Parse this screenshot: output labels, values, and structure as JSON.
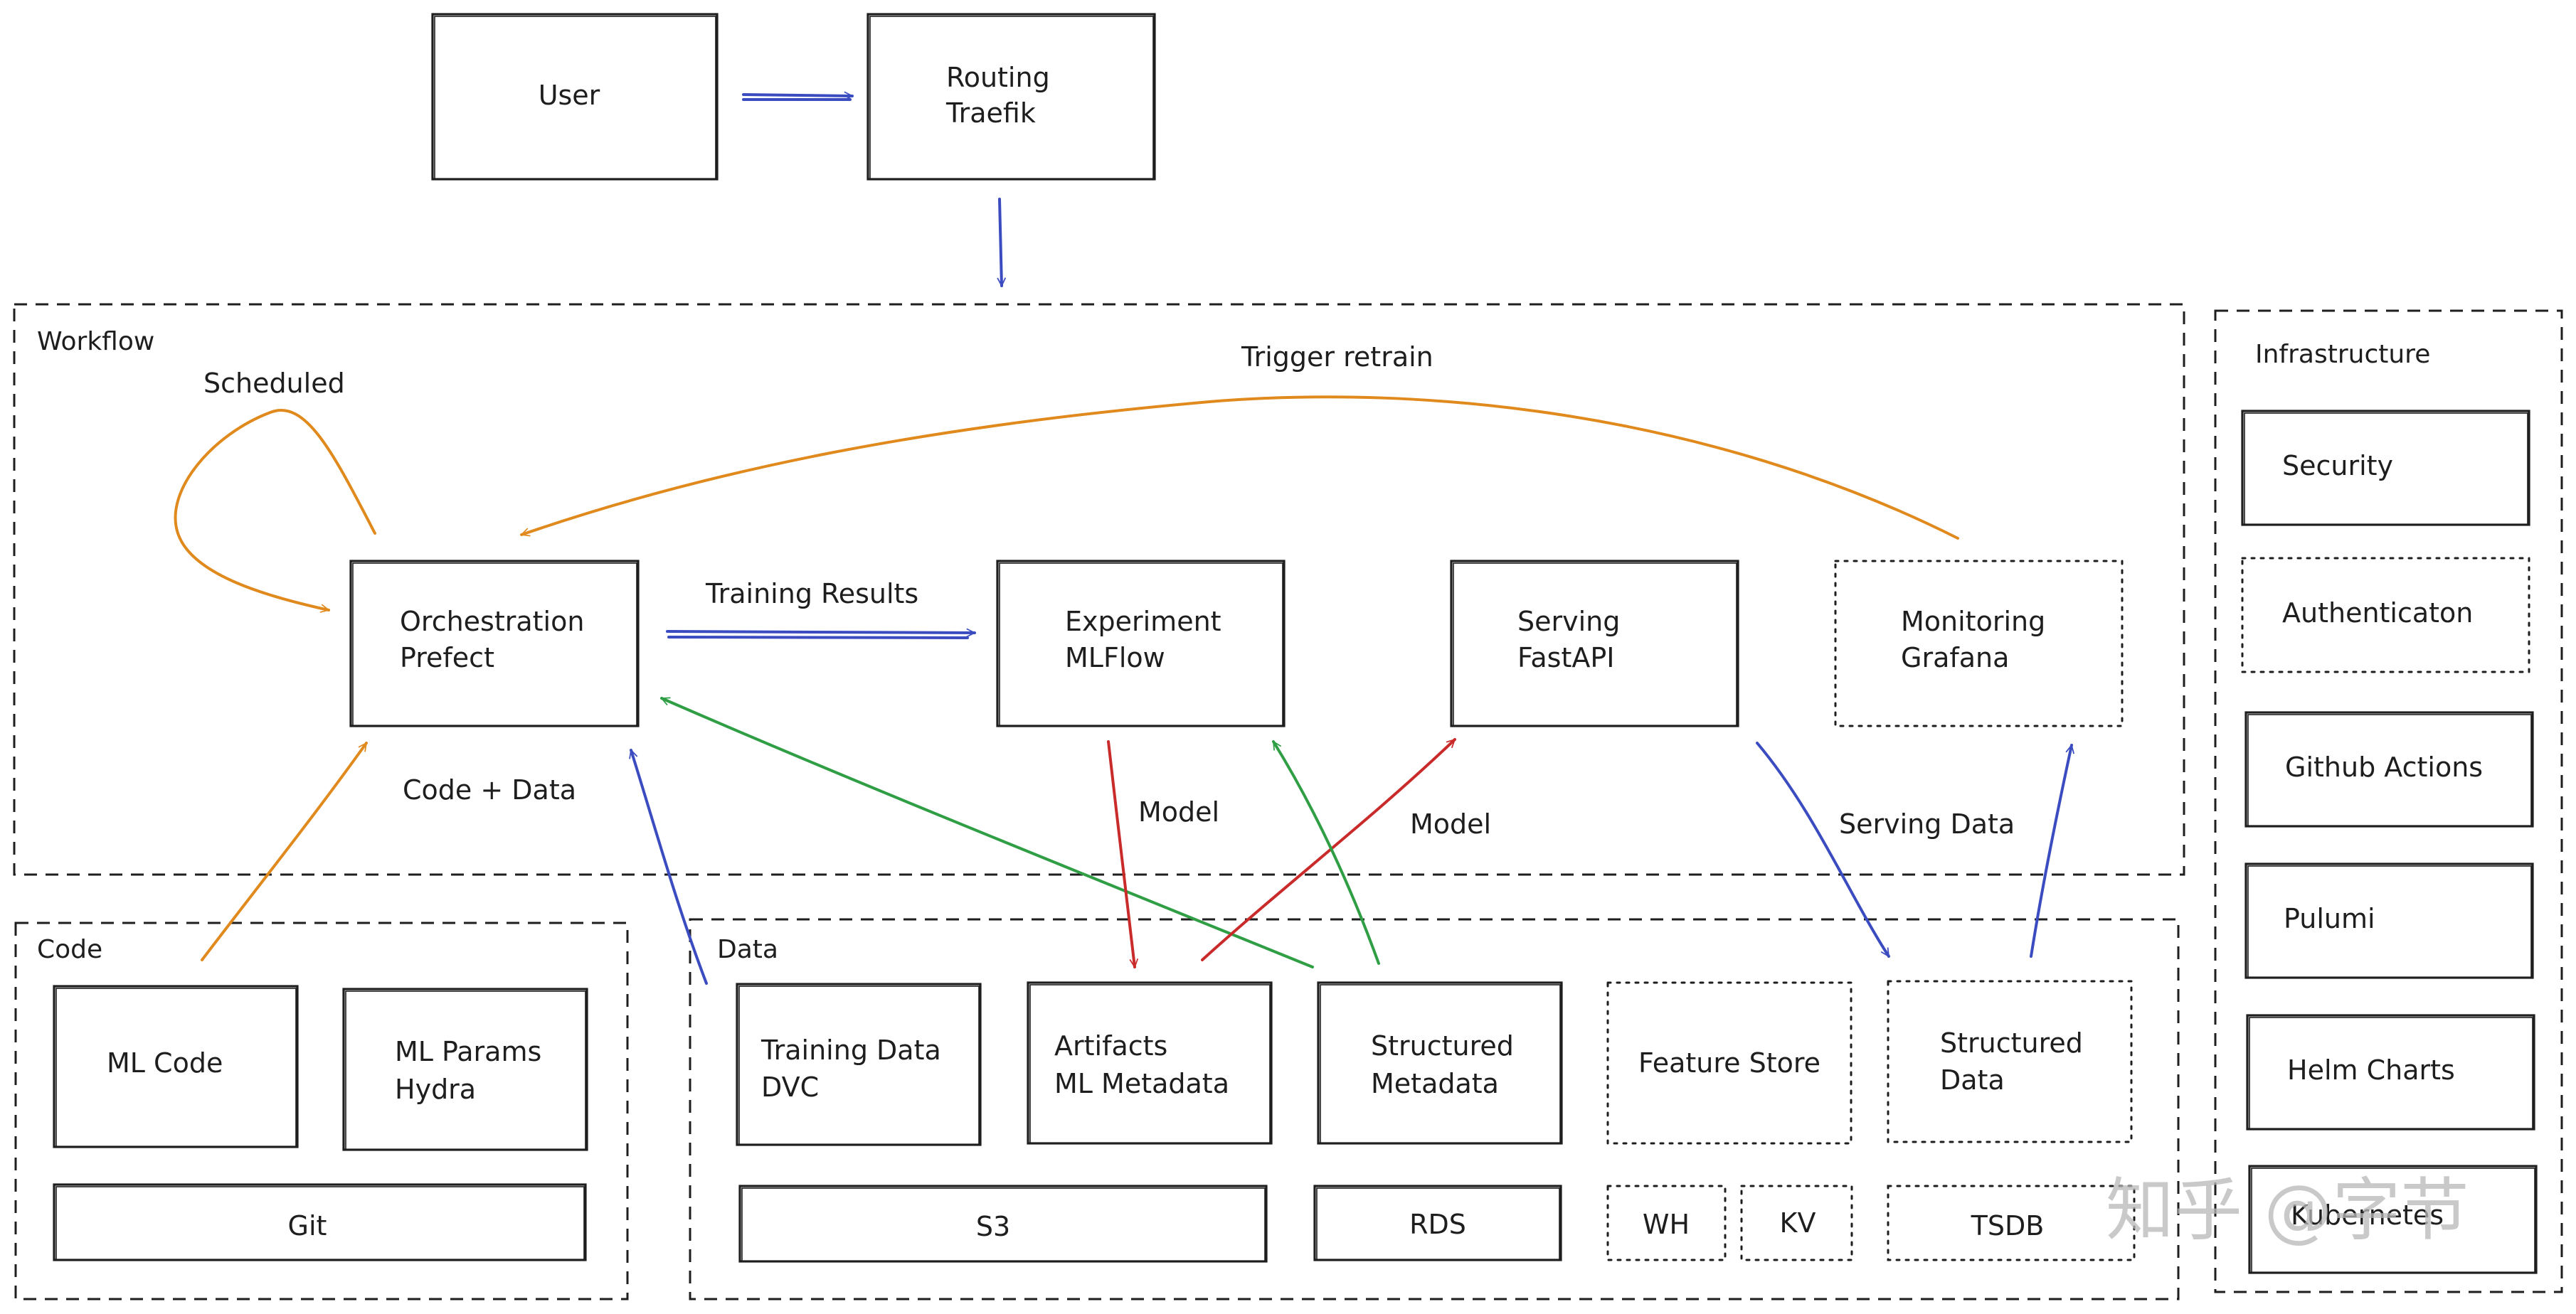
{
  "colors": {
    "ink": "#1e1e1e",
    "blue": "#3b4cc0",
    "orange": "#e08a1e",
    "red": "#c92a2a",
    "green": "#2f9e44"
  },
  "top": {
    "user": "User",
    "routing_line1": "Routing",
    "routing_line2": "Traefik"
  },
  "groups": {
    "workflow": "Workflow",
    "infrastructure": "Infrastructure",
    "code": "Code",
    "data": "Data"
  },
  "workflow": {
    "orchestration_line1": "Orchestration",
    "orchestration_line2": "Prefect",
    "experiment_line1": "Experiment",
    "experiment_line2": "MLFlow",
    "serving_line1": "Serving",
    "serving_line2": "FastAPI",
    "monitoring_line1": "Monitoring",
    "monitoring_line2": "Grafana"
  },
  "labels": {
    "scheduled": "Scheduled",
    "trigger_retrain": "Trigger retrain",
    "training_results": "Training Results",
    "code_data": "Code + Data",
    "model_left": "Model",
    "model_right": "Model",
    "serving_data": "Serving Data"
  },
  "infrastructure": {
    "items": [
      "Security",
      "Authenticaton",
      "Github Actions",
      "Pulumi",
      "Helm Charts",
      "Kubernetes"
    ]
  },
  "code": {
    "ml_code": "ML Code",
    "ml_params_line1": "ML Params",
    "ml_params_line2": "Hydra",
    "git": "Git"
  },
  "data": {
    "training_line1": "Training Data",
    "training_line2": "DVC",
    "artifacts_line1": "Artifacts",
    "artifacts_line2": "ML Metadata",
    "structured_meta_line1": "Structured",
    "structured_meta_line2": "Metadata",
    "feature_store": "Feature Store",
    "structured_data_line1": "Structured",
    "structured_data_line2": "Data",
    "s3": "S3",
    "rds": "RDS",
    "wh": "WH",
    "kv": "KV",
    "tsdb": "TSDB"
  },
  "watermark": "知乎 @字节"
}
